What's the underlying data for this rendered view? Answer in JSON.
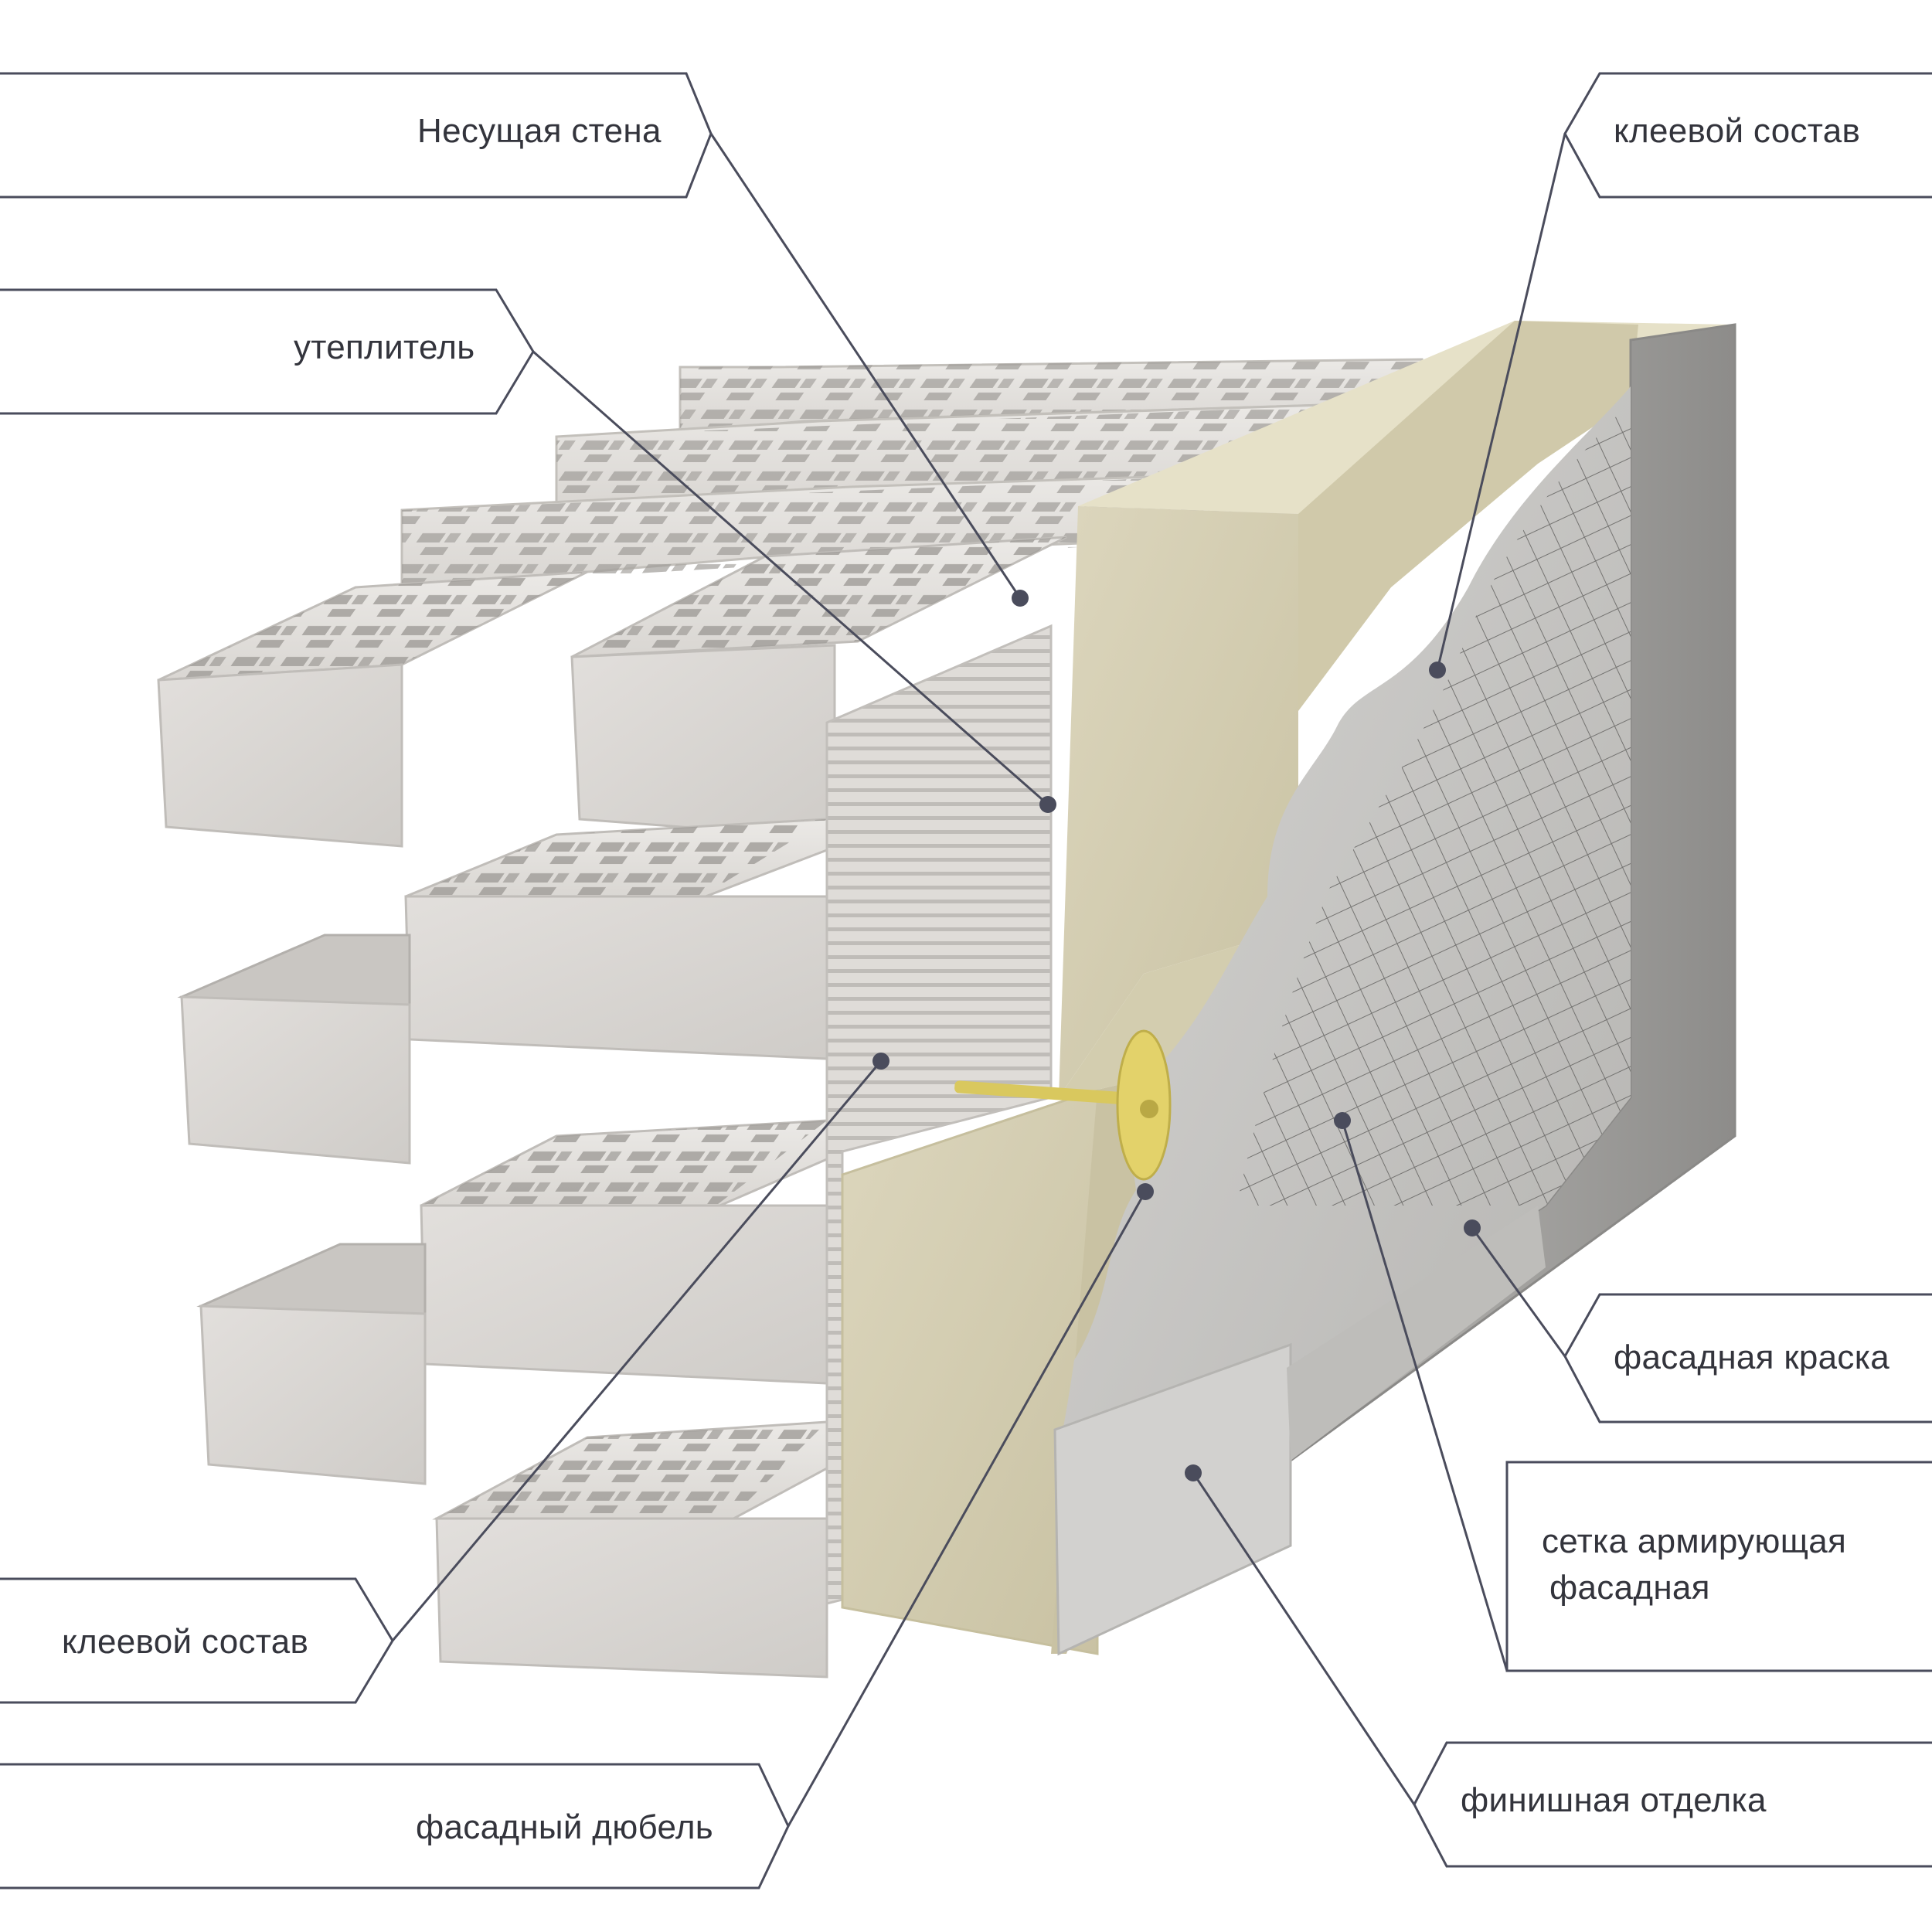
{
  "colors": {
    "line": "#4a4c5c",
    "brick": "#dedbd8",
    "insulation": "#d7d1b4",
    "plaster": "#c9c8c6",
    "paint": "#aaa9a6",
    "dowel": "#e3d26a",
    "background": "#ffffff"
  },
  "labels": {
    "wall": "Несущая стена",
    "insulation": "утеплитель",
    "adhesive_top": "клеевой состав",
    "adhesive_left": "клеевой состав",
    "dowel": "фасадный дюбель",
    "paint": "фасадная краска",
    "mesh_line1": "сетка армирующая",
    "mesh_line2": "фасадная",
    "finish": "финишная отделка"
  }
}
